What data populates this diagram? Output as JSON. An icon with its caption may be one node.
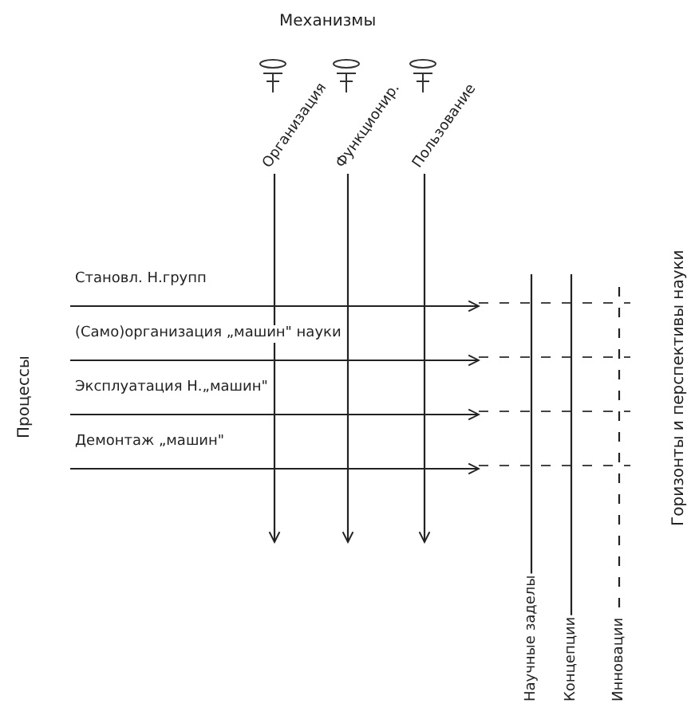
{
  "diagram": {
    "nodes": [
      {
        "text": [
          "Организация"
        ]
      },
      {
        "text": [
          "Функционир."
        ]
      },
      {
        "text": [
          "Пользование"
        ]
      },
      {
        "text": [
          "Становл. Н.групп"
        ]
      },
      {
        "text": [
          "(Само)организация „машин\" науки"
        ]
      },
      {
        "text": [
          "Эксплуатация Н.„машин\""
        ]
      },
      {
        "text": [
          "Демонтаж „машин\""
        ]
      },
      {
        "text": [
          "Научные заделы"
        ]
      },
      {
        "text": [
          "Концепции"
        ]
      },
      {
        "text": [
          "Инновации"
        ]
      }
    ],
    "edges": [
      {
        "from": 0,
        "to": null,
        "arrow": "to"
      },
      {
        "from": 1,
        "to": null,
        "arrow": "to"
      },
      {
        "from": 2,
        "to": null,
        "arrow": "to"
      },
      {
        "from": 3,
        "to": null,
        "arrow": "to"
      },
      {
        "from": 4,
        "to": null,
        "arrow": "to"
      },
      {
        "from": 5,
        "to": null,
        "arrow": "to"
      },
      {
        "from": 6,
        "to": null,
        "arrow": "to"
      },
      {
        "from": null,
        "to": 7,
        "arrow": "none"
      },
      {
        "from": null,
        "to": 8,
        "arrow": "none"
      },
      {
        "from": null,
        "to": 9,
        "arrow": "none",
        "style": "dashed"
      }
    ],
    "labels": [
      "Механизмы",
      "Процессы",
      "Горизонты и перспективы науки"
    ]
  }
}
